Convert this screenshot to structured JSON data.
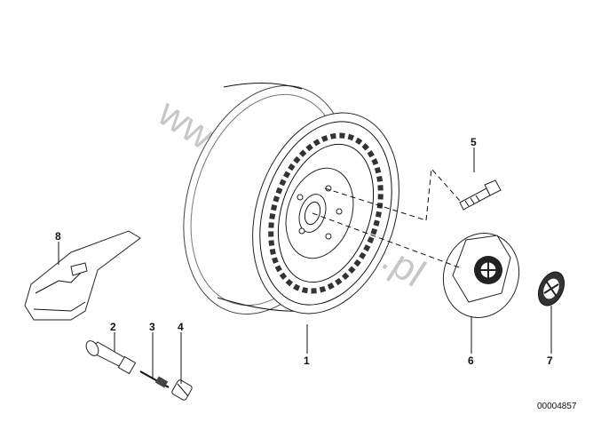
{
  "watermark": "www.Bmwstore.pl",
  "reference_code": "00004857",
  "callouts": [
    {
      "id": "1",
      "label": "1"
    },
    {
      "id": "2",
      "label": "2"
    },
    {
      "id": "3",
      "label": "3"
    },
    {
      "id": "4",
      "label": "4"
    },
    {
      "id": "5",
      "label": "5"
    },
    {
      "id": "6",
      "label": "6"
    },
    {
      "id": "7",
      "label": "7"
    },
    {
      "id": "8",
      "label": "8"
    }
  ]
}
